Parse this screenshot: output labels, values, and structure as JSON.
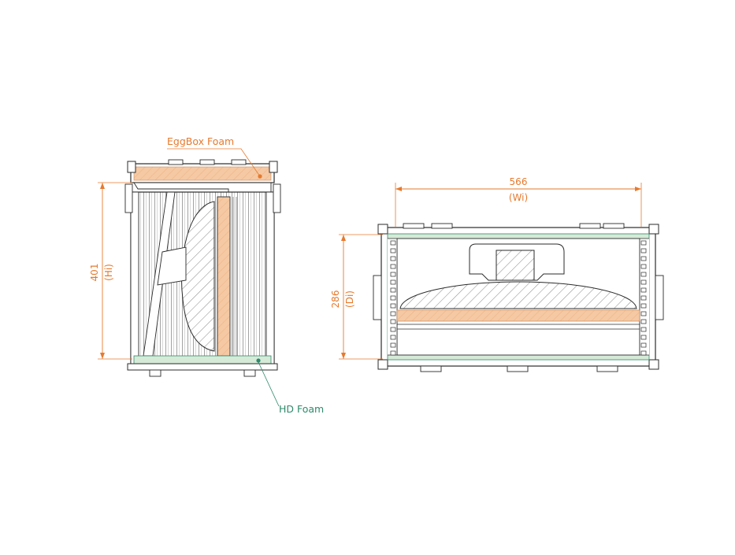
{
  "labels": {
    "eggbox_foam": "EggBox Foam",
    "hd_foam": "HD Foam"
  },
  "dimensions": {
    "height_value": "401",
    "height_code": "(Hi)",
    "width_value": "566",
    "width_code": "(Wi)",
    "depth_value": "286",
    "depth_code": "(Di)"
  },
  "colors": {
    "dimension": "#e67a2e",
    "eggbox": "#f5c9a3",
    "hd_foam": "#2f8a6b",
    "hd_fill": "#d6ead8",
    "outline": "#2b2b2b"
  }
}
